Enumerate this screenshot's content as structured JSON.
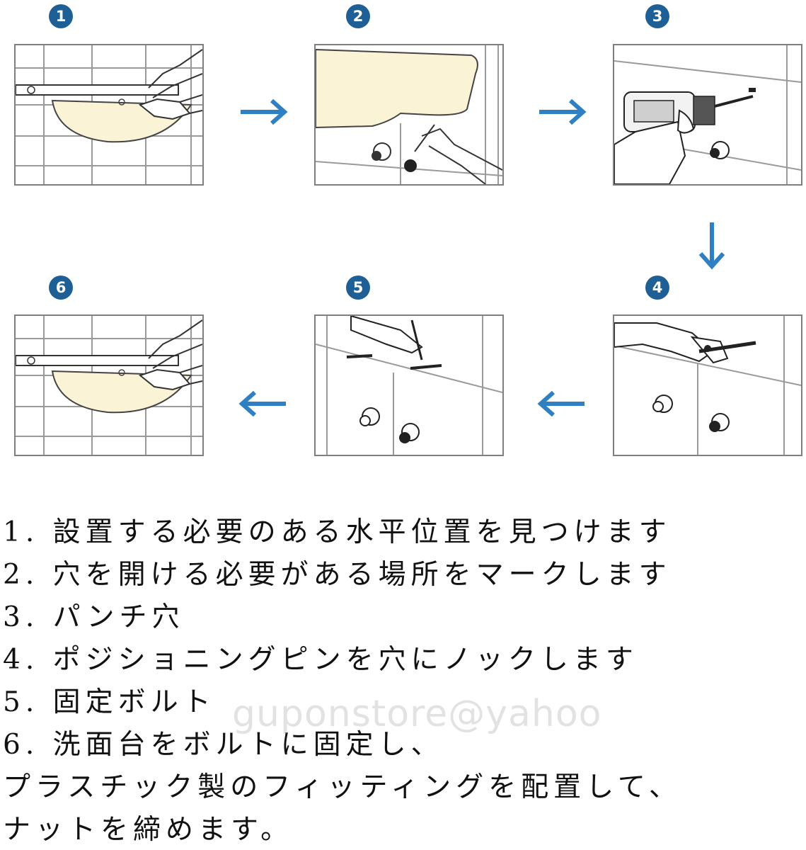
{
  "colors": {
    "accent_blue": "#1e5f96",
    "arrow_blue": "#2f7fc3",
    "sink_cream": "#fbf3d6",
    "grid_gray": "#9a9a9a"
  },
  "steps": [
    {
      "number": "1",
      "icon": "level-and-sink-icon",
      "caption": "1. 設置する必要のある水平位置を見つけます"
    },
    {
      "number": "2",
      "icon": "mark-holes-icon",
      "caption": "2. 穴を開ける必要がある場所をマークします"
    },
    {
      "number": "3",
      "icon": "drill-icon",
      "caption": "3. パンチ穴"
    },
    {
      "number": "4",
      "icon": "knock-pin-icon",
      "caption": "4. ポジショニングピンを穴にノックします"
    },
    {
      "number": "5",
      "icon": "fix-bolt-icon",
      "caption": "5. 固定ボルト"
    },
    {
      "number": "6",
      "icon": "level-and-sink-icon",
      "caption": "6. 洗面台をボルトに固定し、"
    }
  ],
  "caption_continuation": [
    "プラスチック製のフィッティングを配置して、",
    "ナットを締めます。"
  ],
  "arrows": [
    "arrow-right-icon",
    "arrow-right-icon",
    "arrow-down-icon",
    "arrow-left-icon",
    "arrow-left-icon"
  ],
  "watermark": "guponstore@yahoo"
}
